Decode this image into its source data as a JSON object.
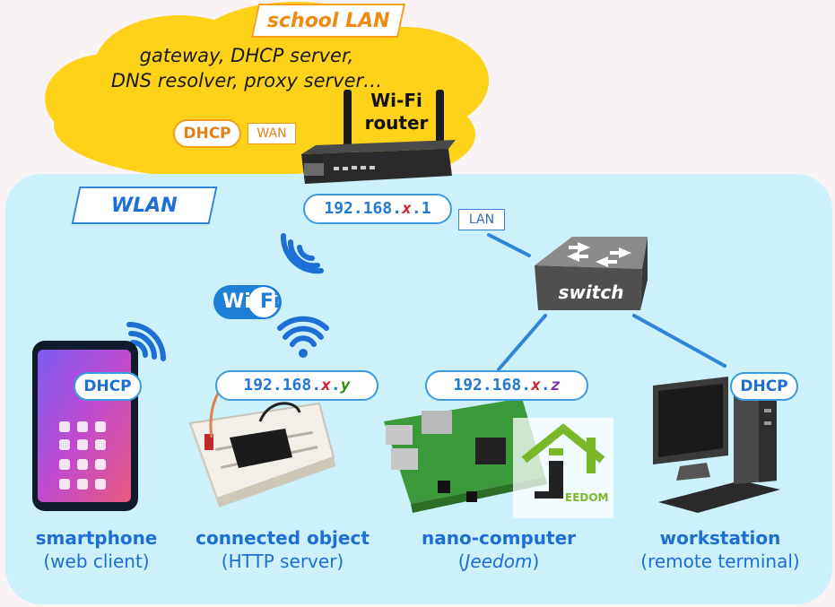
{
  "school_lan": {
    "tag": "school LAN",
    "services_line1": "gateway, DHCP server,",
    "services_line2": "DNS resolver, proxy server…",
    "dhcp_badge": "DHCP",
    "wan_label": "WAN"
  },
  "router": {
    "line1": "Wi-Fi",
    "line2": "router",
    "ip_prefix": "192.168.",
    "ip_var": "x",
    "ip_suffix": ".1",
    "lan_label": "LAN"
  },
  "wlan": {
    "tag": "WLAN"
  },
  "wifi_logo": {
    "text_left": "Wi",
    "text_right": "Fi"
  },
  "switch": {
    "label": "switch"
  },
  "devices": {
    "smartphone": {
      "name": "smartphone",
      "role": "(web client)",
      "dhcp_badge": "DHCP"
    },
    "connected_object": {
      "name": "connected object",
      "role": "(HTTP server)",
      "ip_prefix": "192.168.",
      "ip_var1": "x",
      "ip_dot": ".",
      "ip_var2": "y"
    },
    "nano_computer": {
      "name": "nano-computer",
      "role_open": "(",
      "role_italic": "Jeedom",
      "role_close": ")",
      "ip_prefix": "192.168.",
      "ip_var1": "x",
      "ip_dot": ".",
      "ip_var2": "z",
      "logo_text": "EEDOM"
    },
    "workstation": {
      "name": "workstation",
      "role": "(remote terminal)",
      "dhcp_badge": "DHCP"
    }
  },
  "colors": {
    "cloud": "#ffd21a",
    "wlan_area": "#ccf1fb",
    "link": "#2f86d8",
    "dhcp_orange": "#f49c1a",
    "ip_var_x": "#d0202a",
    "ip_var_y": "#3b8a12",
    "ip_var_z": "#7a2da8"
  }
}
